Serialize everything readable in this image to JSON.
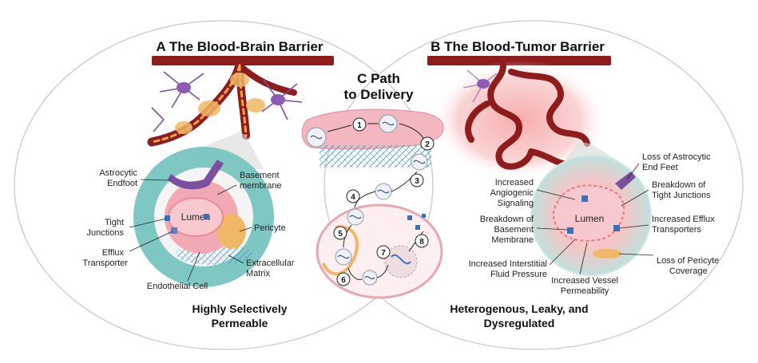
{
  "panel_a": {
    "title": "A  The Blood-Brain Barrier",
    "lumen": "Lumen",
    "labels": {
      "astrocytic_1": "Astrocytic",
      "astrocytic_2": "Endfoot",
      "basement_1": "Basement",
      "basement_2": "membrane",
      "tight_1": "Tight",
      "tight_2": "Junctions",
      "pericyte": "Pericyte",
      "efflux_1": "Efflux",
      "efflux_2": "Transporter",
      "ecm_1": "Extracellular",
      "ecm_2": "Matrix",
      "endothelial": "Endothelial Cell"
    },
    "summary_1": "Highly Selectively",
    "summary_2": "Permeable"
  },
  "panel_b": {
    "title": "B  The Blood-Tumor Barrier",
    "lumen": "Lumen",
    "labels": {
      "loss_astro_1": "Loss of Astrocytic",
      "loss_astro_2": "End Feet",
      "breakdown_tj_1": "Breakdown of",
      "breakdown_tj_2": "Tight Junctions",
      "angio_1": "Increased",
      "angio_2": "Angiogenic",
      "angio_3": "Signaling",
      "efflux_1": "Increased Efflux",
      "efflux_2": "Transporters",
      "bm_1": "Breakdown of",
      "bm_2": "Basement",
      "bm_3": "Membrane",
      "pericyte_1": "Loss of Pericyte",
      "pericyte_2": "Coverage",
      "ifp_1": "Increased Interstitial",
      "ifp_2": "Fluid Pressure",
      "perm_1": "Increased Vessel",
      "perm_2": "Permeability"
    },
    "summary_1": "Heterogenous, Leaky, and",
    "summary_2": "Dysregulated"
  },
  "panel_c": {
    "title_1": "C Path",
    "title_2": "to Delivery",
    "steps": [
      "1",
      "2",
      "3",
      "4",
      "5",
      "6",
      "7",
      "8"
    ]
  },
  "colors": {
    "vessel": "#8e1c1c",
    "astrocyte": "#7a4f9e",
    "pericyte": "#e8a848",
    "lumen": "#f7c9cf",
    "ecm": "#4a9fd0",
    "tumor": "#f3a0a0",
    "halo": "#7fc7c3"
  }
}
